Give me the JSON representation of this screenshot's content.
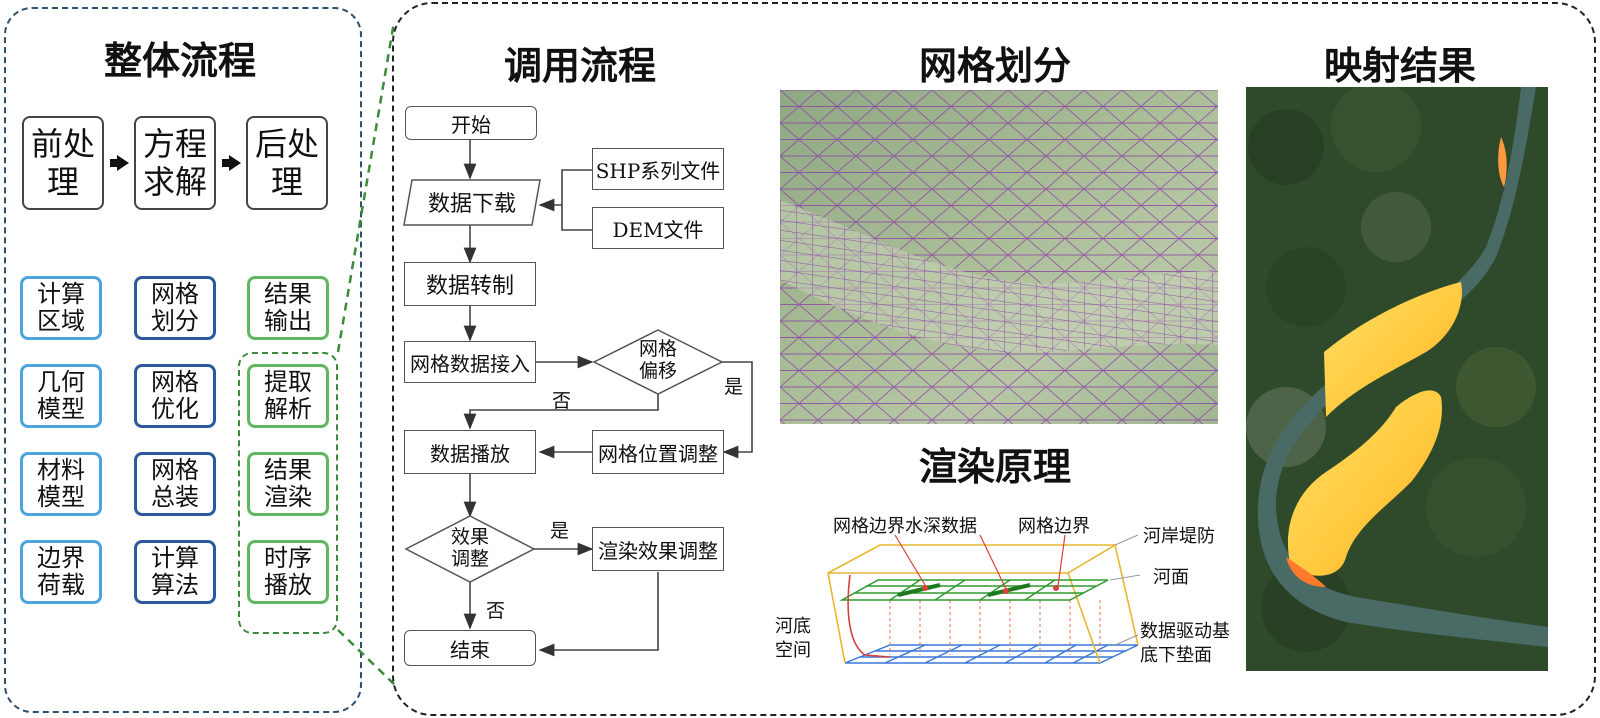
{
  "left_panel": {
    "title": "整体流程",
    "pipeline": [
      "前处\n理",
      "方程\n求解",
      "后处\n理"
    ],
    "columns": {
      "col1": [
        "计算\n区域",
        "几何\n模型",
        "材料\n模型",
        "边界\n荷载"
      ],
      "col2": [
        "网格\n划分",
        "网格\n优化",
        "网格\n总装",
        "计算\n算法"
      ],
      "col3": [
        "结果\n输出",
        "提取\n解析",
        "结果\n渲染",
        "时序\n播放"
      ]
    },
    "colors": {
      "light_blue": "#4aa5dc",
      "dark_blue": "#2a5a9e",
      "green": "#5fb85f",
      "group_dash": "#3c8a3c"
    }
  },
  "flowchart": {
    "title": "调用流程",
    "start": "开始",
    "download": "数据下载",
    "shp": "SHP系列文件",
    "dem": "DEM文件",
    "convert": "数据转制",
    "mesh_input": "网格数据接入",
    "offset_decision": "网格\n偏移",
    "yes": "是",
    "no": "否",
    "position_adjust": "网格位置调整",
    "playback": "数据播放",
    "effect_decision": "效果\n调整",
    "render_adjust": "渲染效果调整",
    "end": "结束"
  },
  "mesh_panel": {
    "title": "网格划分",
    "mesh_color": "#8a3aa8"
  },
  "render_panel": {
    "title": "渲染原理",
    "labels": {
      "boundary_depth": "网格边界水深数据",
      "boundary": "网格边界",
      "bank": "河岸堤防",
      "surface": "河面",
      "bed_space": "河底\n空间",
      "base_surface": "数据驱动基\n底下垫面"
    },
    "colors": {
      "bank": "#e8b62c",
      "surface": "#2e9a2e",
      "base": "#3a78d8",
      "pointer": "#d9403a"
    }
  },
  "result_panel": {
    "title": "映射结果",
    "colors": {
      "flood": "#ffd24a",
      "flood_edge": "#ff7a2a",
      "river": "#4a6a66"
    }
  }
}
